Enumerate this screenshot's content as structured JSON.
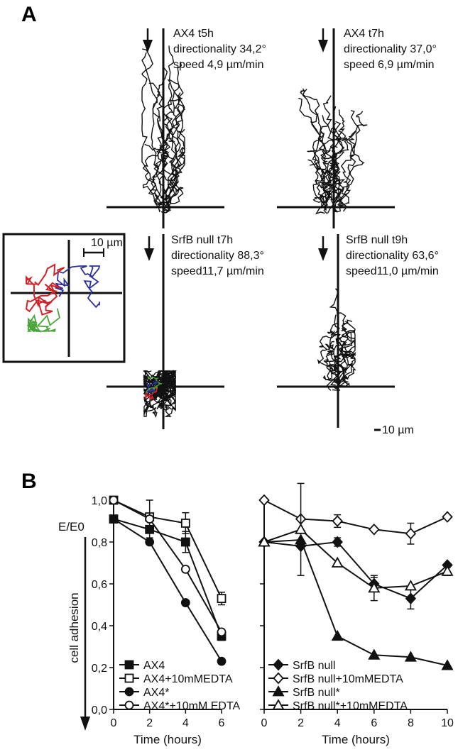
{
  "panel_a": {
    "letter": "A",
    "plots": [
      {
        "id": "ax4-t5h",
        "line1": "AX4 t5h",
        "line2": "directionality 34,2°",
        "line3": "speed 4,9 µm/min"
      },
      {
        "id": "ax4-t7h",
        "line1": "AX4 t7h",
        "line2": "directionality 37,0°",
        "line3": "speed 6,9 µm/min"
      },
      {
        "id": "srfb-t7h",
        "line1": "SrfB null t7h",
        "line2": "directionality 88,3°",
        "line3": "speed11,7 µm/min"
      },
      {
        "id": "srfb-t9h",
        "line1": "SrfB null t9h",
        "line2": "directionality 63,6°",
        "line3": "speed11,0 µm/min"
      }
    ],
    "inset_scale_label": "10 µm",
    "scale_label": "10 µm"
  },
  "panel_b": {
    "letter": "B",
    "y_title": "cell adhesion",
    "y_unit": "E/E0",
    "charts": [
      {
        "type": "line",
        "xlabel": "Time (hours)",
        "x_ticks": [
          0,
          2,
          4,
          6
        ],
        "xlim": [
          0,
          6
        ],
        "ylim": [
          0,
          1
        ],
        "y_ticks": [
          "0,0",
          "0,2",
          "0,4",
          "0,6",
          "0,8",
          "1,0"
        ],
        "y_tick_values": [
          0,
          0.2,
          0.4,
          0.6,
          0.8,
          1.0
        ],
        "series": [
          {
            "name": "AX4",
            "marker": "square",
            "fill": "filled",
            "x": [
              0,
              2,
              4,
              6
            ],
            "y": [
              0.91,
              0.86,
              0.8,
              0.35
            ],
            "err": [
              0,
              0,
              0.05,
              0.02
            ]
          },
          {
            "name": "AX4+10mMEDTA",
            "marker": "square",
            "fill": "open",
            "x": [
              0,
              2,
              4,
              6
            ],
            "y": [
              1.0,
              0.92,
              0.89,
              0.53
            ],
            "err": [
              0,
              0,
              0.05,
              0.03
            ]
          },
          {
            "name": "AX4*",
            "marker": "circle",
            "fill": "filled",
            "x": [
              0,
              2,
              4,
              6
            ],
            "y": [
              0.91,
              0.8,
              0.51,
              0.23
            ],
            "err": [
              0,
              0,
              0,
              0
            ]
          },
          {
            "name": "AX4*+10mM EDTA",
            "marker": "circle",
            "fill": "open",
            "x": [
              0,
              2,
              4,
              6
            ],
            "y": [
              1.0,
              0.91,
              0.67,
              0.37
            ],
            "err": [
              0,
              0.09,
              0,
              0
            ]
          }
        ]
      },
      {
        "type": "line",
        "xlabel": "Time (hours)",
        "x_ticks": [
          0,
          2,
          4,
          6,
          8,
          10
        ],
        "xlim": [
          0,
          10
        ],
        "ylim": [
          0,
          1
        ],
        "series": [
          {
            "name": "SrfB null",
            "marker": "diamond",
            "fill": "filled",
            "x": [
              0,
              2,
              4,
              6,
              8,
              10
            ],
            "y": [
              0.8,
              0.78,
              0.8,
              0.6,
              0.53,
              0.69
            ],
            "err": [
              0,
              0,
              0.02,
              0.03,
              0.05,
              0
            ]
          },
          {
            "name": "SrfB null+10mMEDTA",
            "marker": "diamond",
            "fill": "open",
            "x": [
              0,
              2,
              4,
              6,
              8,
              10
            ],
            "y": [
              1.0,
              0.91,
              0.9,
              0.86,
              0.84,
              0.92
            ],
            "err": [
              0,
              0,
              0.03,
              0,
              0.05,
              0
            ]
          },
          {
            "name": "SrfB null*",
            "marker": "triangle",
            "fill": "filled",
            "x": [
              0,
              2,
              4,
              6,
              8,
              10
            ],
            "y": [
              0.8,
              0.81,
              0.35,
              0.26,
              0.25,
              0.21
            ],
            "err": [
              0,
              0,
              0,
              0,
              0,
              0
            ]
          },
          {
            "name": "SrfB null*+10mMEDTA",
            "marker": "triangle",
            "fill": "open",
            "x": [
              0,
              2,
              4,
              6,
              8,
              10
            ],
            "y": [
              0.8,
              0.86,
              0.7,
              0.58,
              0.59,
              0.66
            ],
            "err": [
              0,
              0.22,
              0,
              0.06,
              0,
              0.02
            ]
          }
        ]
      }
    ]
  },
  "colors": {
    "ink": "#111111",
    "inset_red": "#d0232a",
    "inset_green": "#4aa43a",
    "inset_blue": "#2b2f9e"
  }
}
